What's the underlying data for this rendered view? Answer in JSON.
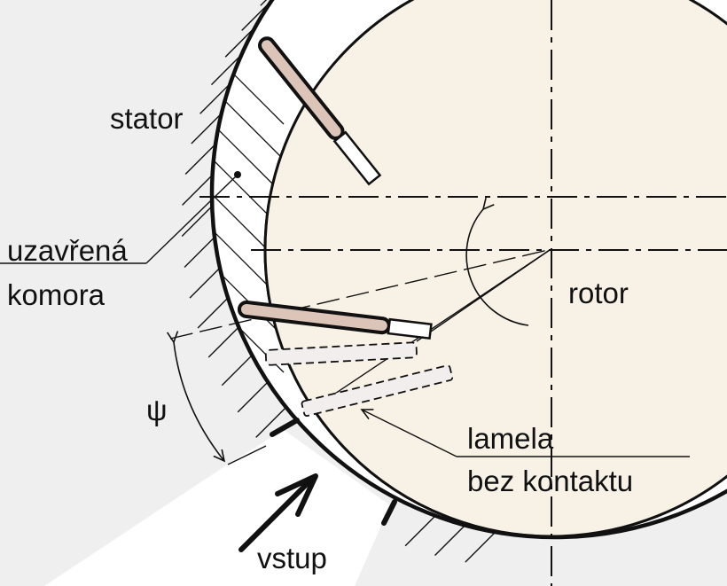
{
  "labels": {
    "stator": "stator",
    "chamber_line1": "uzavřená",
    "chamber_line2": "komora",
    "rotor": "rotor",
    "angle_symbol": "ψ",
    "vane_line1": "lamela",
    "vane_line2": "bez kontaktu",
    "inlet": "vstup"
  },
  "colors": {
    "background": "#efefef",
    "rotor_fill": "#f8f2e6",
    "vane_fill": "#dcc4b8",
    "ghost_vane_fill": "#f3eeee",
    "line": "#111111"
  }
}
